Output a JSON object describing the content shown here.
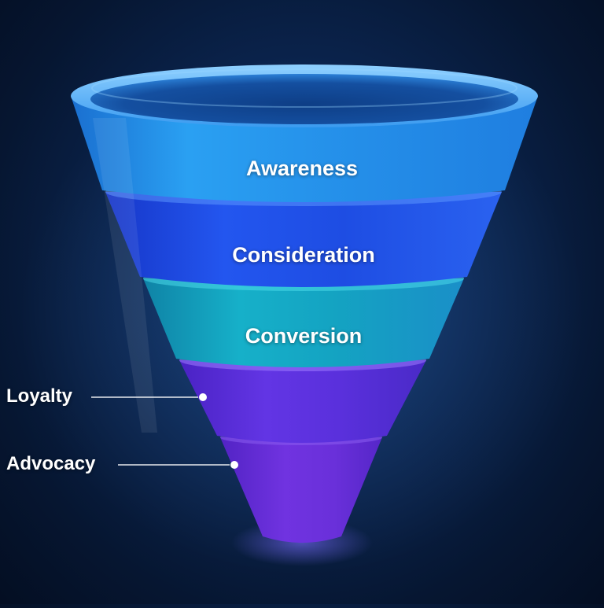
{
  "funnel": {
    "stages": [
      {
        "label": "Awareness",
        "color": "#1f8fe6"
      },
      {
        "label": "Consideration",
        "color": "#1d4fe0"
      },
      {
        "label": "Conversion",
        "color": "#14a9c4"
      },
      {
        "label": "Loyalty",
        "color": "#5a2ed8"
      },
      {
        "label": "Advocacy",
        "color": "#6b2fd6"
      }
    ],
    "callout_color": "#ffffff"
  }
}
